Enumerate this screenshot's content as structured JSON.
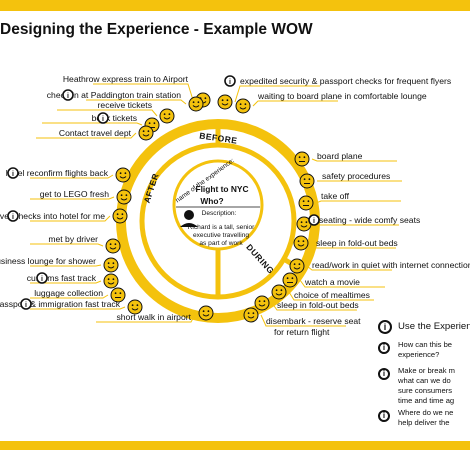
{
  "title": "Designing the Experience - Example WOW",
  "colors": {
    "accent": "#f4c20d",
    "ink": "#111111"
  },
  "phases": {
    "before": "BEFORE",
    "during": "DURING",
    "after": "AFTER"
  },
  "center": {
    "name_label": "name of the experience:",
    "experience": "Flight to NYC",
    "who": "Who?",
    "description_label": "Description:",
    "description_lines": [
      "Richard is a tall, senior",
      "executive travelling",
      "as part of work"
    ],
    "person_icon": "person-icon"
  },
  "steps": [
    {
      "text": "Heathrow express train to Airport",
      "face": "happy",
      "info": false
    },
    {
      "text": "check-in at Paddington train station",
      "face": "happy",
      "info": true
    },
    {
      "text": "receive tickets",
      "face": "happy",
      "info": false
    },
    {
      "text": "book tickets",
      "face": "neutral",
      "info": true
    },
    {
      "text": "Contact travel dept",
      "face": "happy",
      "info": false
    },
    {
      "text": "expedited security & passport checks for frequent flyers",
      "face": "happy",
      "info": true
    },
    {
      "text": "waiting to board plane in comfortable lounge",
      "face": "happy",
      "info": false
    },
    {
      "text": "board plane",
      "face": "neutral",
      "info": false
    },
    {
      "text": "safety procedures",
      "face": "neutral",
      "info": false
    },
    {
      "text": "take off",
      "face": "neutral",
      "info": false
    },
    {
      "text": "seating - wide comfy seats",
      "face": "happy",
      "info": true
    },
    {
      "text": "sleep in fold-out beds",
      "face": "happy",
      "info": false
    },
    {
      "text": "read/work in quiet with internet connection",
      "face": "happy",
      "info": false
    },
    {
      "text": "watch a movie",
      "face": "neutral",
      "info": false
    },
    {
      "text": "choice of mealtimes",
      "face": "happy",
      "info": false
    },
    {
      "text": "sleep in fold-out beds",
      "face": "happy",
      "info": false
    },
    {
      "text": "disembark - reserve seat",
      "text2": "for return flight",
      "face": "happy",
      "info": false
    },
    {
      "text": "hotel reconfirm flights back",
      "face": "happy",
      "info": true
    },
    {
      "text": "get to LEGO fresh",
      "face": "happy",
      "info": false
    },
    {
      "text": "driver checks into hotel for me",
      "face": "happy",
      "info": true
    },
    {
      "text": "met by driver",
      "face": "happy",
      "info": false
    },
    {
      "text": "business lounge for shower",
      "face": "happy",
      "info": false
    },
    {
      "text": "customs fast track",
      "face": "happy",
      "info": true
    },
    {
      "text": "luggage collection",
      "face": "neutral",
      "info": false
    },
    {
      "text": "passport & immigration fast track",
      "face": "happy",
      "info": true
    },
    {
      "text": "short walk in airport",
      "face": "happy",
      "info": false
    }
  ],
  "use_panel": {
    "title": "Use the Experienc",
    "icon_glyph": "i",
    "items": [
      {
        "lines": [
          "How can this be",
          "experience?"
        ]
      },
      {
        "lines": [
          "Make or break m",
          "what can we do",
          "sure consumers",
          "time and time ag"
        ]
      },
      {
        "lines": [
          "Where do we ne",
          "help deliver the"
        ]
      }
    ]
  }
}
